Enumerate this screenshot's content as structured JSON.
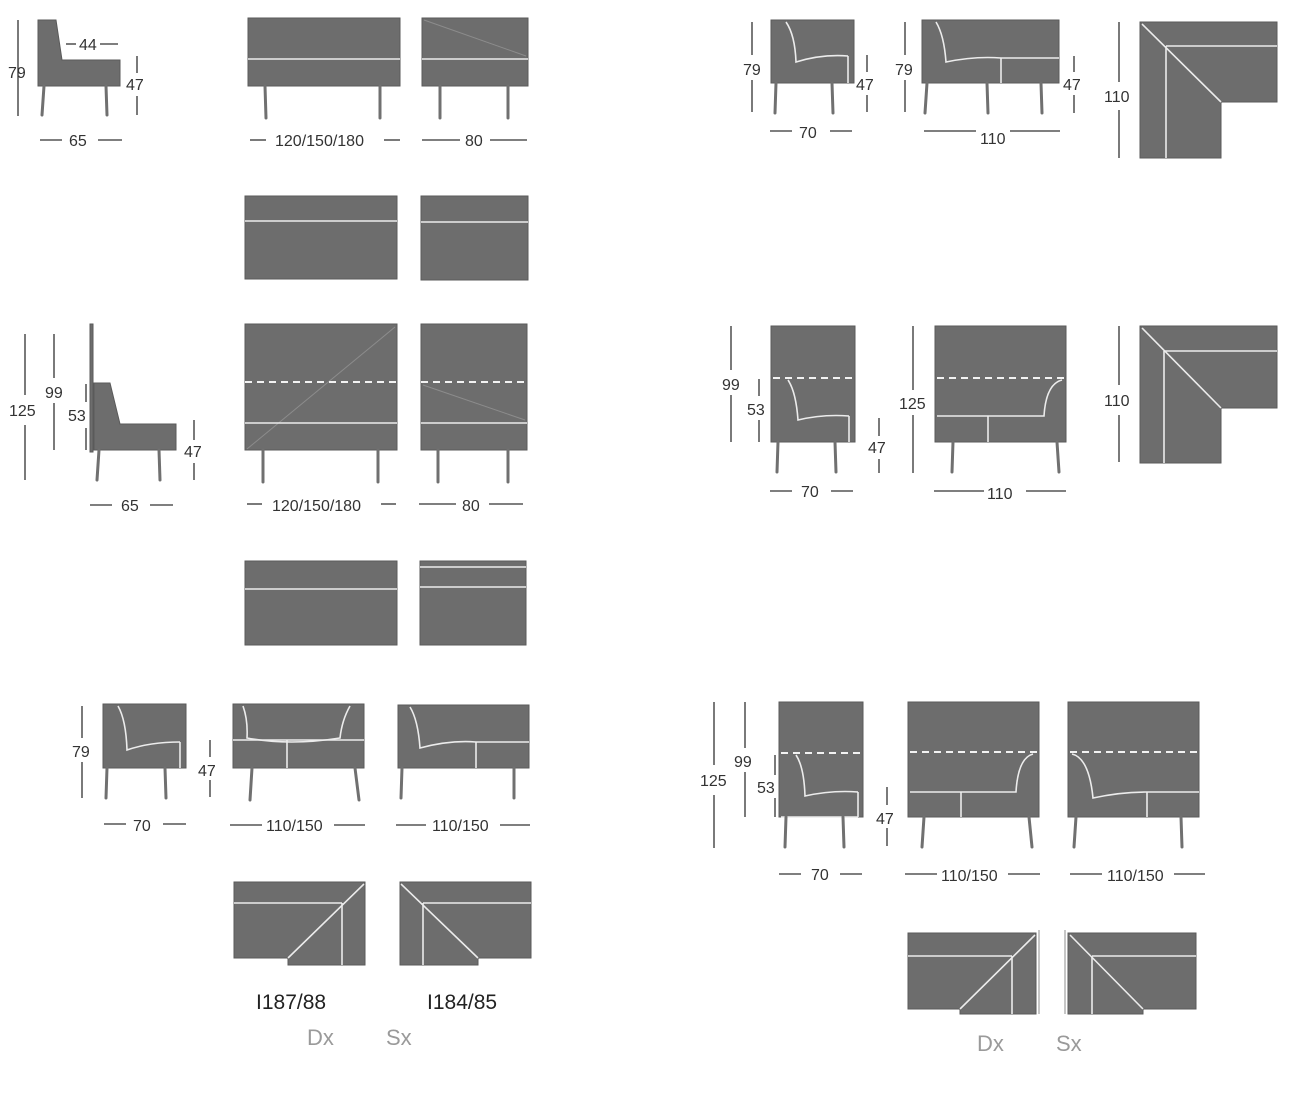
{
  "colors": {
    "fabric": "#6d6d6d",
    "seam": "#ececec",
    "legs": "#707070",
    "dims": "#333333",
    "side_labels": "#9a9a9a"
  },
  "group_a_low": {
    "side_view": {
      "height": "79",
      "depth_seat": "44",
      "seat_height": "47",
      "depth": "65"
    },
    "front_views": {
      "width_main": "120/150/180",
      "width_small": "80"
    }
  },
  "group_a_high": {
    "side_view": {
      "height_total": "125",
      "height_back": "99",
      "height_arm": "53",
      "seat_height": "47",
      "depth": "65"
    },
    "front_views": {
      "width_main": "120/150/180",
      "width_small": "80"
    }
  },
  "group_b_low": {
    "height": "79",
    "seat_height": "47",
    "widths": [
      "70",
      "110/150",
      "110/150"
    ],
    "corner_codes": [
      "I187/88",
      "I184/85"
    ],
    "side_labels": [
      "Dx",
      "Sx"
    ]
  },
  "group_c_low": {
    "height_a": "79",
    "seat_height_a": "47",
    "width_a": "70",
    "height_b": "79",
    "seat_height_b": "47",
    "width_b": "110",
    "corner_size": "110"
  },
  "group_c_high": {
    "height_back": "99",
    "height_arm": "53",
    "seat_height": "47",
    "width_a": "70",
    "height_total": "125",
    "width_b": "110",
    "corner_size": "110"
  },
  "group_d_high": {
    "height_total": "125",
    "height_back": "99",
    "height_arm": "53",
    "seat_height": "47",
    "widths": [
      "70",
      "110/150",
      "110/150"
    ],
    "side_labels": [
      "Dx",
      "Sx"
    ]
  }
}
